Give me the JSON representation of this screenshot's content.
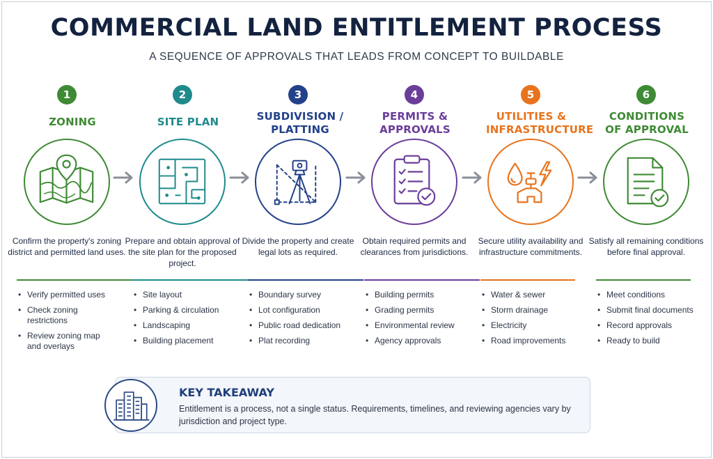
{
  "title": "COMMERCIAL LAND ENTITLEMENT PROCESS",
  "subtitle": "A SEQUENCE OF APPROVALS THAT LEADS FROM CONCEPT TO BUILDABLE",
  "stages": [
    {
      "number": "1",
      "title": "ZONING",
      "color": "#3f8a35",
      "icon": "map-pin-icon",
      "description": "Confirm the property's zoning district and permitted land uses.",
      "items": [
        "Verify permitted uses",
        "Check zoning restrictions",
        "Review zoning map and overlays"
      ]
    },
    {
      "number": "2",
      "title": "SITE PLAN",
      "color": "#1f8a8c",
      "icon": "site-plan-blueprint-icon",
      "description": "Prepare and obtain approval of the site plan for the proposed project.",
      "items": [
        "Site layout",
        "Parking & circulation",
        "Landscaping",
        "Building placement"
      ]
    },
    {
      "number": "3",
      "title": "SUBDIVISION / PLATTING",
      "color": "#23418a",
      "icon": "survey-tripod-icon",
      "description": "Divide the property and create legal lots as required.",
      "items": [
        "Boundary survey",
        "Lot configuration",
        "Public road dedication",
        "Plat recording"
      ]
    },
    {
      "number": "4",
      "title": "PERMITS & APPROVALS",
      "color": "#6a3d9a",
      "icon": "clipboard-check-icon",
      "description": "Obtain required permits and clearances from jurisdictions.",
      "items": [
        "Building permits",
        "Grading permits",
        "Environmental review",
        "Agency approvals"
      ]
    },
    {
      "number": "5",
      "title": "UTILITIES & INFRASTRUCTURE",
      "color": "#e8731c",
      "icon": "utilities-water-power-icon",
      "description": "Secure utility availability and infrastructure commitments.",
      "items": [
        "Water & sewer",
        "Storm drainage",
        "Electricity",
        "Road improvements"
      ]
    },
    {
      "number": "6",
      "title": "CONDITIONS OF APPROVAL",
      "color": "#3f8a35",
      "icon": "document-check-icon",
      "description": "Satisfy all remaining conditions before final approval.",
      "items": [
        "Meet conditions",
        "Submit final documents",
        "Record approvals",
        "Ready to build"
      ]
    }
  ],
  "takeaway": {
    "title": "KEY TAKEAWAY",
    "text": "Entitlement is a process, not a single status. Requirements, timelines, and reviewing agencies vary by jurisdiction and project type.",
    "icon": "buildings-icon"
  },
  "colors": {
    "title": "#13223f",
    "arrow": "#8a8f99",
    "takeaway_title": "#1f3f7a"
  }
}
